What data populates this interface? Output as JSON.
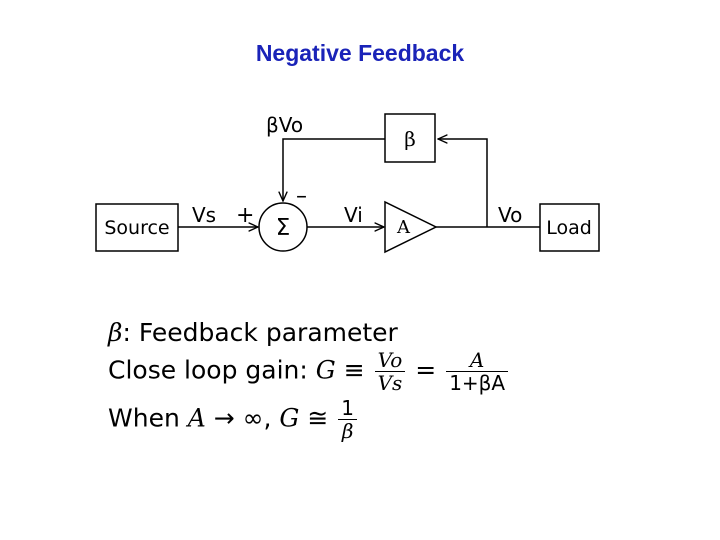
{
  "title": "Negative Feedback",
  "diagram": {
    "source_label": "Source",
    "load_label": "Load",
    "beta_block": "β",
    "amp_label": "A",
    "sum_symbol": "Σ",
    "plus_sign": "+",
    "minus_sign": "–",
    "vs_label": "Vs",
    "vi_label": "Vi",
    "vo_label": "Vo",
    "beta_vo_label": "βVo"
  },
  "equations": {
    "line1": {
      "symbol": "β",
      "colon": ":",
      "text": "Feedback parameter"
    },
    "line2": {
      "text": "Close loop gain:",
      "G": "G",
      "equiv": "≡",
      "num1": "Vo",
      "den1": "Vs",
      "eq": "=",
      "num2": "A",
      "den2": "1+βA"
    },
    "line3": {
      "text": "When",
      "A": "A",
      "arrow": "→",
      "inf": "∞,",
      "G": "G",
      "approx": "≅",
      "num": "1",
      "den": "β"
    }
  }
}
